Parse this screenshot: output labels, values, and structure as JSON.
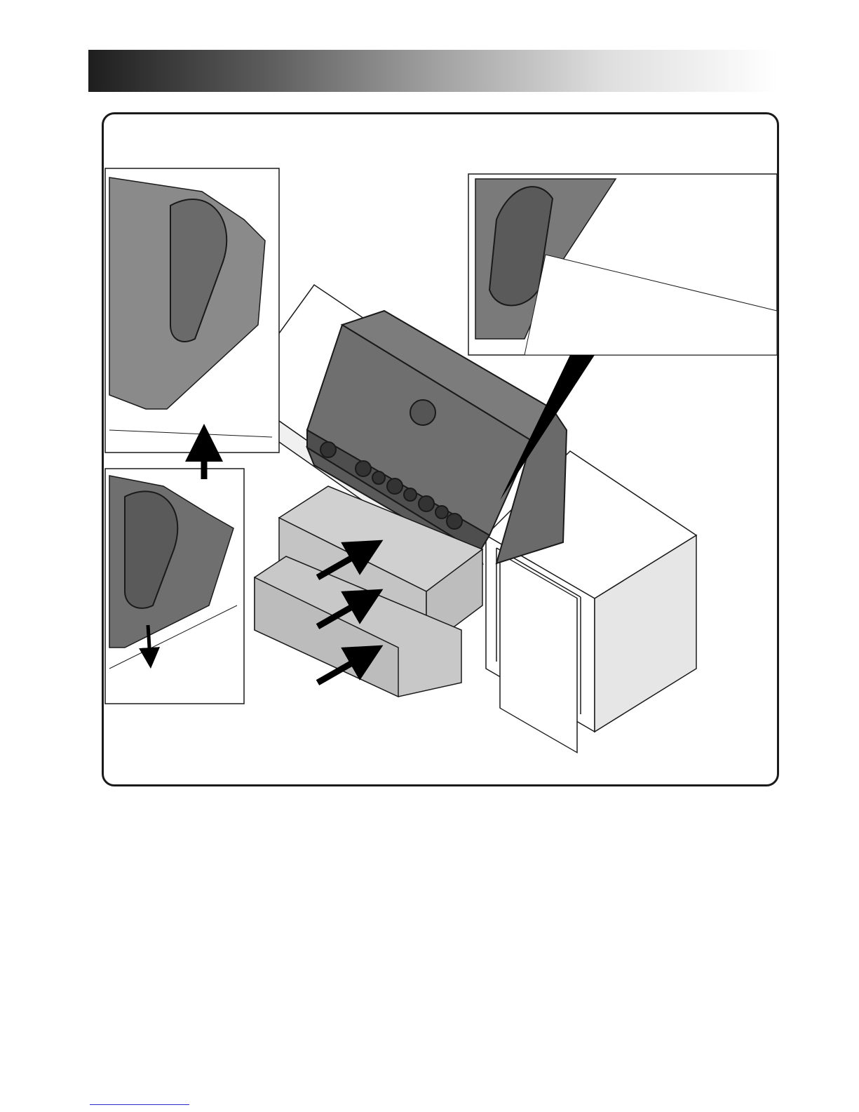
{
  "page": {
    "header_bar": {
      "colors": {
        "start": "#1e1e1e",
        "end": "#ffffff"
      }
    },
    "figure": {
      "description_icon": "grill-drawer-assembly-illustration",
      "insets": [
        "lid-hinge-up-detail",
        "lid-hinge-down-detail",
        "side-burner-alignment-detail"
      ],
      "arrows": [
        "lift-arrow-up",
        "push-arrow-down",
        "push-arrow-drawer-1",
        "push-arrow-drawer-2",
        "push-arrow-drawer-3"
      ]
    },
    "colors": {
      "outline": "#1a1a1a",
      "metal_dark": "#6f6f6f",
      "metal_light": "#c8c8c8",
      "panel": "#e6e6e6"
    }
  }
}
